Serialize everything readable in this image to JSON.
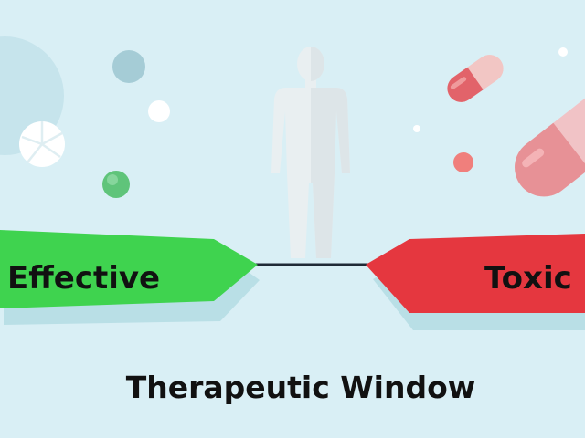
{
  "labels": {
    "effective": "Effective",
    "toxic": "Toxic",
    "caption": "Therapeutic Window"
  },
  "colors": {
    "background": "#d9eff5",
    "effective_arrow": "#3fd34f",
    "toxic_arrow": "#e5373f",
    "connector_line": "#1f2a36",
    "text": "#111111"
  },
  "icons": [
    "person-silhouette-icon",
    "capsule-icon",
    "tablet-icon",
    "pill-dot-icon"
  ]
}
